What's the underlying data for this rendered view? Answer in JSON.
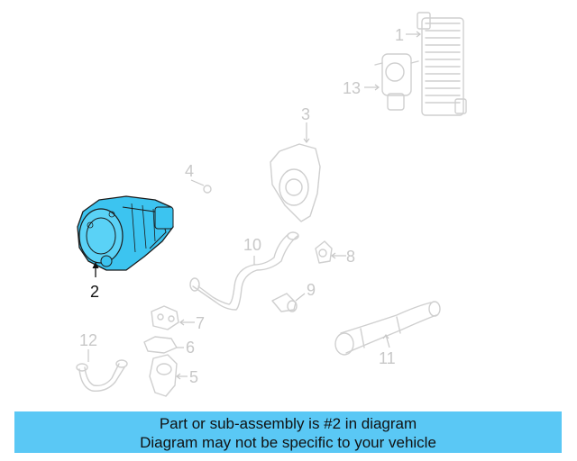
{
  "callouts": {
    "c1": "1",
    "c2": "2",
    "c3": "3",
    "c4": "4",
    "c5": "5",
    "c6": "6",
    "c7": "7",
    "c8": "8",
    "c9": "9",
    "c10": "10",
    "c11": "11",
    "c12": "12",
    "c13": "13"
  },
  "highlight": {
    "part_number": "2",
    "part_color": "#3cc4f0"
  },
  "banner": {
    "line1": "Part or sub-assembly is #2 in diagram",
    "line2": "Diagram may not be specific to your vehicle",
    "color": "#5ac8f5"
  }
}
